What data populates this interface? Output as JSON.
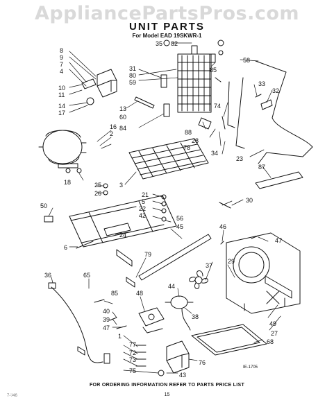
{
  "watermark": "AppliancePartsPros.com",
  "title": "UNIT PARTS",
  "subtitle": "For Model EAD 19SKWR-1",
  "footer": "FOR ORDERING INFORMATION REFER TO PARTS PRICE LIST",
  "page_number": "15",
  "drawing_code": "IE-1705",
  "corner_mark": "7-'/46",
  "callouts": [
    "35",
    "82",
    "85",
    "58",
    "31",
    "80",
    "59",
    "8",
    "9",
    "7",
    "4",
    "10",
    "11",
    "14",
    "17",
    "13",
    "60",
    "74",
    "33",
    "32",
    "16",
    "2",
    "84",
    "88",
    "28",
    "78",
    "34",
    "23",
    "87",
    "18",
    "3",
    "25",
    "26",
    "21",
    "5",
    "22",
    "42",
    "30",
    "50",
    "24",
    "56",
    "45",
    "46",
    "47",
    "6",
    "79",
    "37",
    "29",
    "36",
    "65",
    "44",
    "48",
    "85",
    "40",
    "39",
    "47",
    "38",
    "49",
    "27",
    "68",
    "1",
    "77",
    "72",
    "73",
    "76",
    "75",
    "43"
  ]
}
